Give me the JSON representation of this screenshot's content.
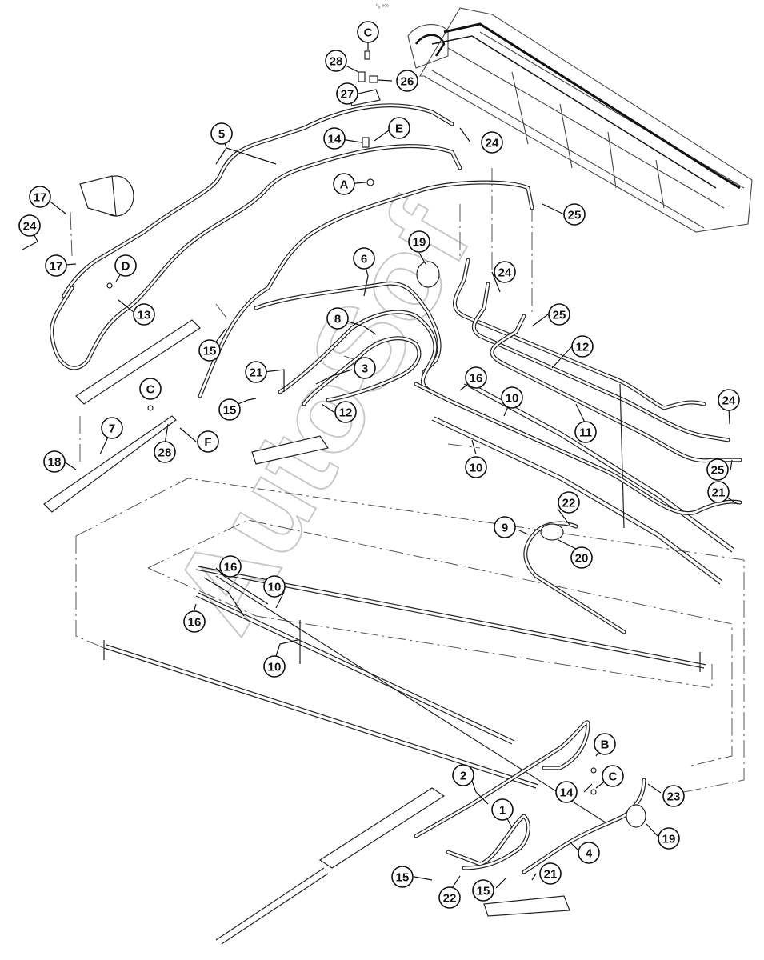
{
  "header": {
    "mark": "⁰₀ ᵒᵒᵒ"
  },
  "watermark": {
    "text": "AutoSof"
  },
  "callouts": [
    "C",
    "28",
    "26",
    "27",
    "14",
    "E",
    "24",
    "5",
    "A",
    "25",
    "17",
    "24",
    "17",
    "D",
    "13",
    "19",
    "24",
    "6",
    "25",
    "8",
    "12",
    "15",
    "21",
    "3",
    "16",
    "12",
    "15",
    "C",
    "10",
    "11",
    "24",
    "7",
    "28",
    "F",
    "18",
    "10",
    "25",
    "21",
    "22",
    "9",
    "20",
    "16",
    "10",
    "16",
    "10",
    "B",
    "2",
    "14",
    "C",
    "23",
    "1",
    "19",
    "4",
    "15",
    "22",
    "15",
    "21"
  ]
}
